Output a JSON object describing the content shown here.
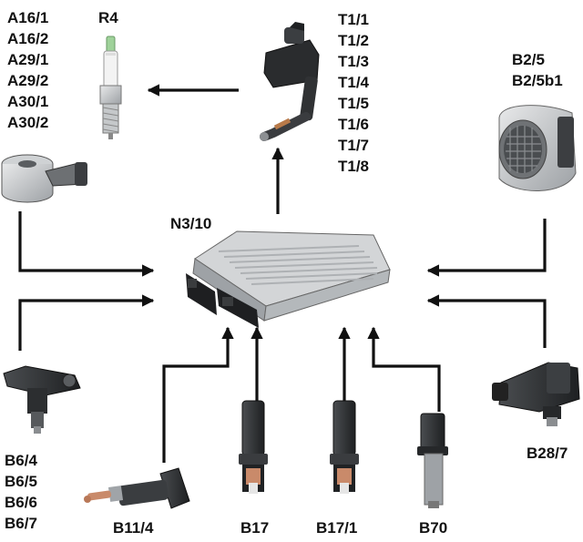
{
  "labels": {
    "ignition_group": [
      "A16/1",
      "A16/2",
      "A29/1",
      "A29/2",
      "A30/1",
      "A30/2"
    ],
    "spark_plug": "R4",
    "coil_group": [
      "T1/1",
      "T1/2",
      "T1/3",
      "T1/4",
      "T1/5",
      "T1/6",
      "T1/7",
      "T1/8"
    ],
    "maf_group": [
      "B2/5",
      "B2/5b1"
    ],
    "ecu": "N3/10",
    "camshaft_group": [
      "B6/4",
      "B6/5",
      "B6/6",
      "B6/7"
    ],
    "coolant_sensor": "B11/4",
    "intake_air_sensor": "B17",
    "charge_air_sensor": "B17/1",
    "crankshaft_sensor": "B70",
    "pressure_sensor": "B28/7"
  },
  "colors": {
    "arrow": "#111111",
    "metal": "#b9bcbf",
    "dark_part": "#2d2f31",
    "copper": "#c98a6a",
    "plug_tip": "#9fd29a"
  },
  "icons": [
    "knock-sensor-icon",
    "spark-plug-icon",
    "ignition-coil-icon",
    "maf-sensor-icon",
    "ecu-module-icon",
    "camshaft-sensor-icon",
    "coolant-temp-sensor-icon",
    "intake-air-temp-sensor-icon",
    "charge-air-temp-sensor-icon",
    "crankshaft-sensor-icon",
    "pressure-sensor-icon"
  ]
}
